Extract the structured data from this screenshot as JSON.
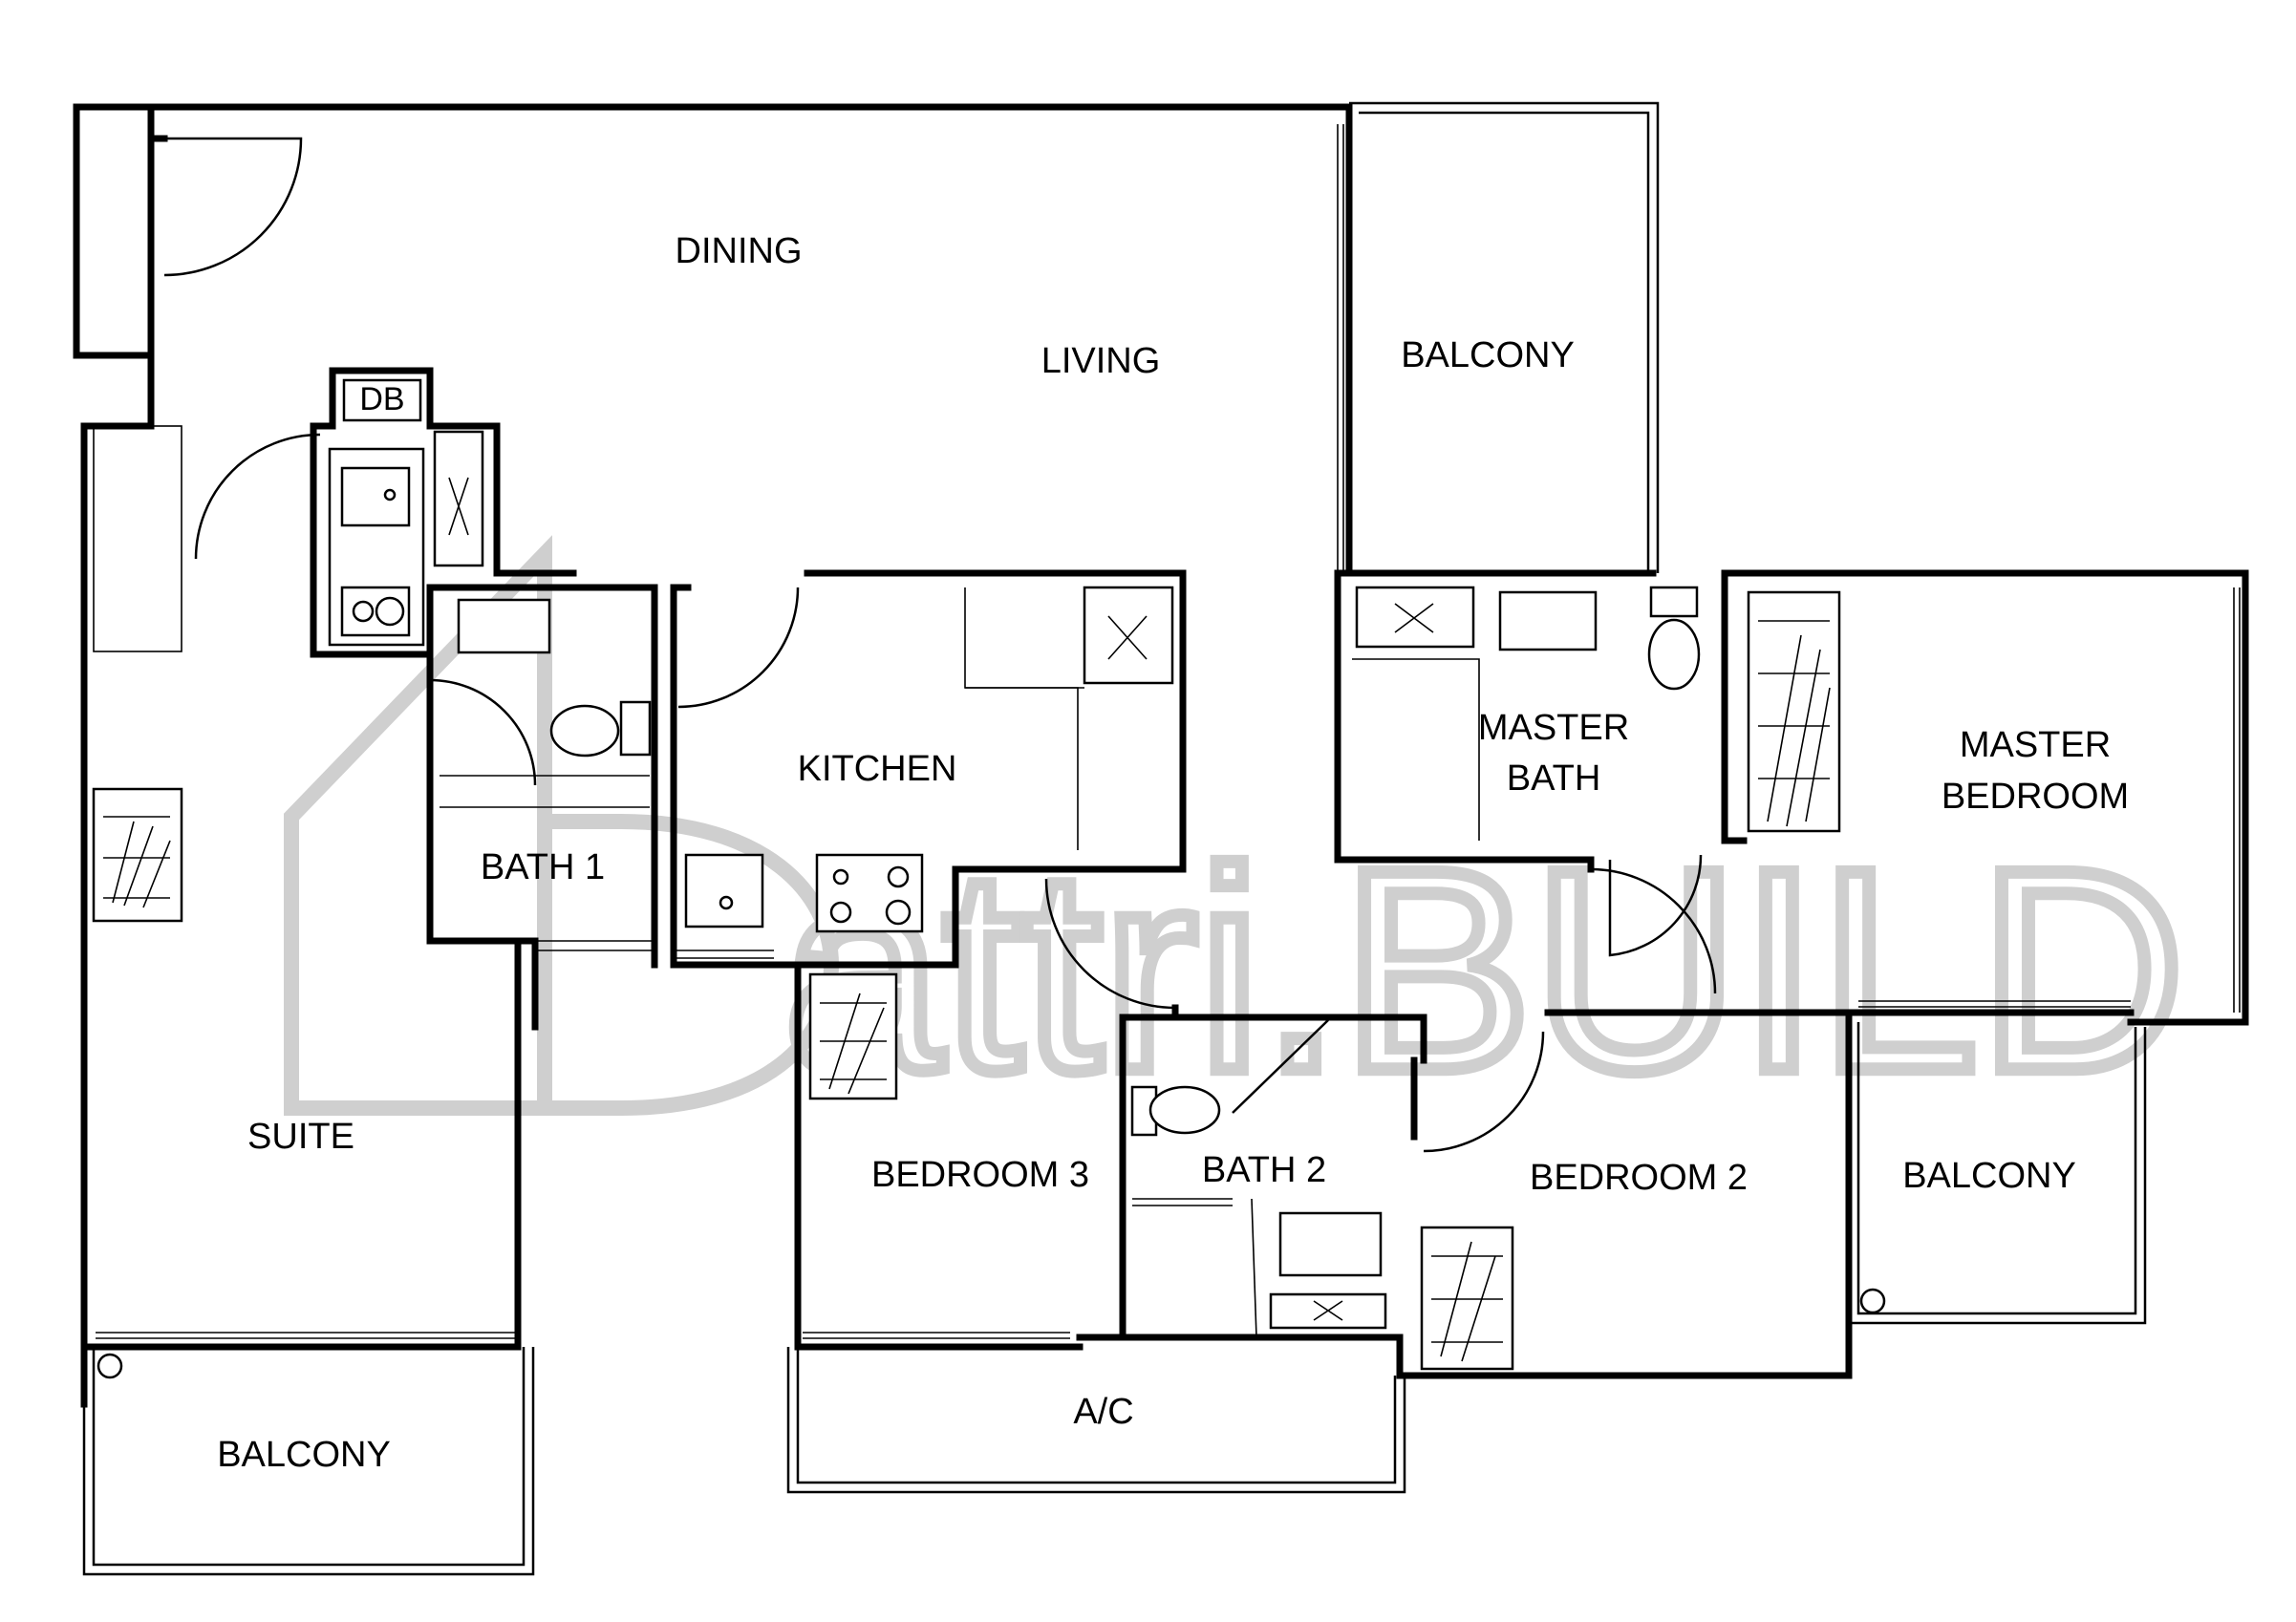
{
  "rooms": {
    "dining": "DINING",
    "living": "LIVING",
    "balcony_living": "BALCONY",
    "db": "DB",
    "kitchen": "KITCHEN",
    "bath_1": "BATH 1",
    "master_bath_line1": "MASTER",
    "master_bath_line2": "BATH",
    "master_bedroom_line1": "MASTER",
    "master_bedroom_line2": "BEDROOM",
    "suite": "SUITE",
    "bedroom_3": "BEDROOM 3",
    "bath_2": "BATH 2",
    "bedroom_2": "BEDROOM 2",
    "balcony_master": "BALCONY",
    "balcony_suite": "BALCONY",
    "ac_ledge": "A/C"
  },
  "watermark": {
    "text": "attri.BUILD",
    "color": "#cfcfcf"
  }
}
